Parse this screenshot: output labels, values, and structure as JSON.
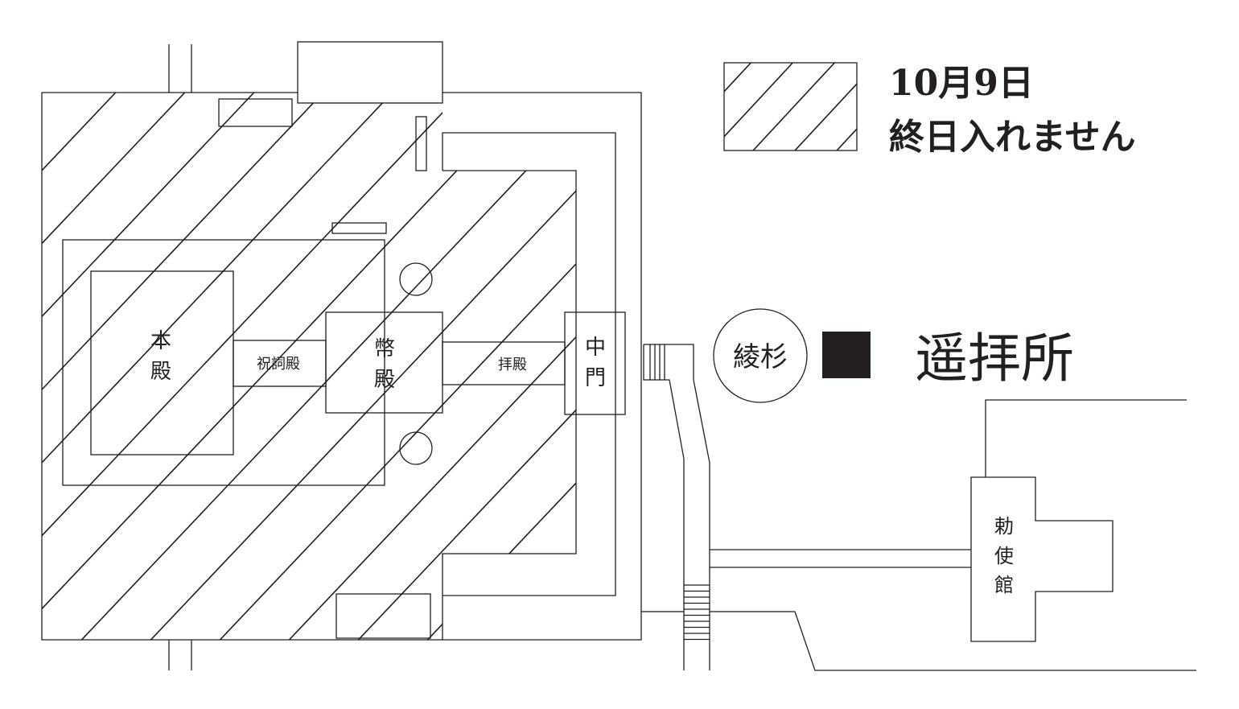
{
  "legend": {
    "date": "10月9日",
    "notice": "終日入れません",
    "pattern": "diagonal-hatch"
  },
  "buildings": {
    "honden": [
      "本",
      "殿"
    ],
    "norito_den": "祝詞殿",
    "heiden": [
      "幣",
      "殿"
    ],
    "haiden": "拝殿",
    "chumon": [
      "中",
      "門"
    ],
    "chokushi_kan": [
      "勅",
      "使",
      "館"
    ],
    "ayasugi": "綾杉",
    "yohaisho": "遥拝所"
  },
  "colors": {
    "line": "#231f20",
    "marker": "#231f20"
  }
}
